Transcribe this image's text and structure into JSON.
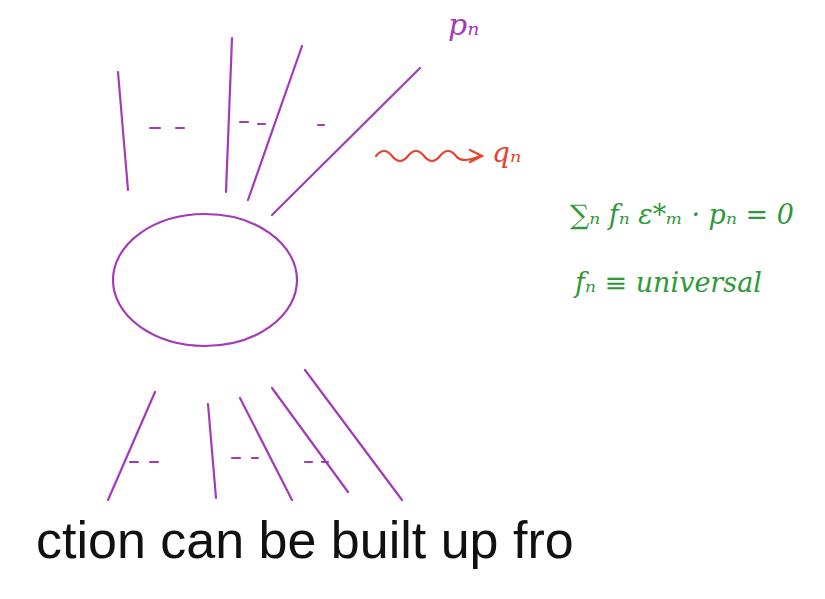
{
  "diagram": {
    "labels": [
      "pₙ",
      "qₙ",
      "∑ₙ fₙ ε*ₘ · pₙ = 0",
      "fₙ ≡ universal",
      "ction can be built up fro"
    ]
  }
}
